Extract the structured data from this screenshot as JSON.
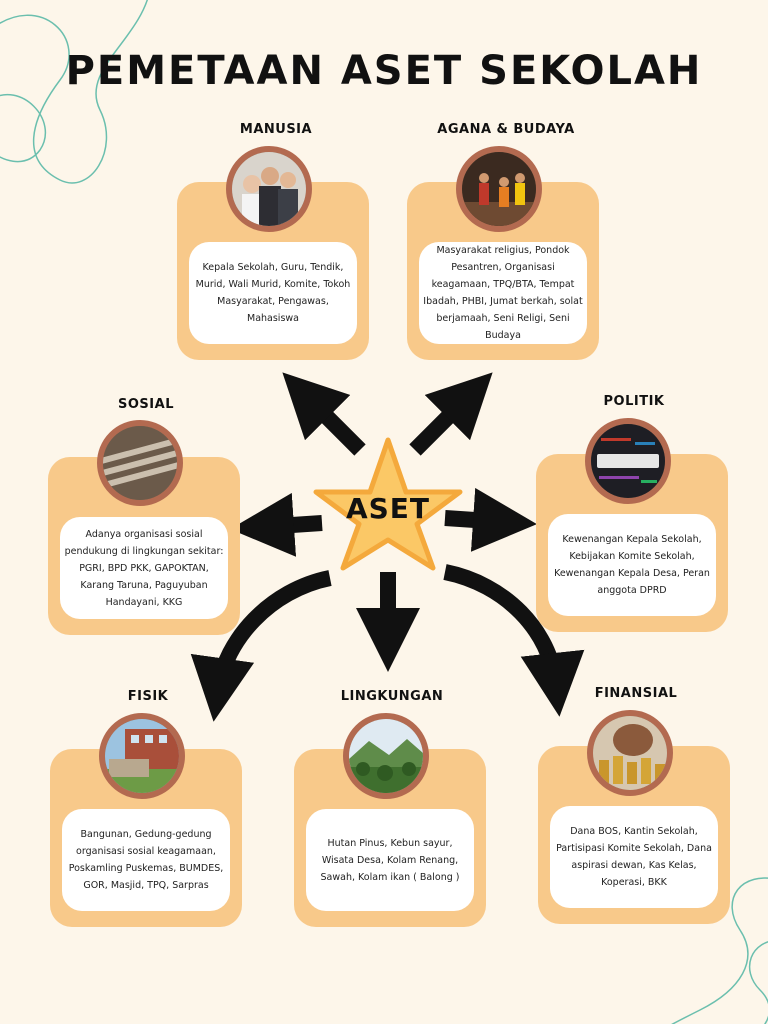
{
  "title": "PEMETAAN ASET SEKOLAH",
  "center": "ASET",
  "colors": {
    "panel": "#f8c98a",
    "photo_ring": "#b36a50",
    "background": "#fdf6ea",
    "star": "#fbc866"
  },
  "cards": {
    "manusia": {
      "label": "MANUSIA",
      "text": "Kepala Sekolah, Guru, Tendik, Murid, Wali Murid, Komite, Tokoh Masyarakat, Pengawas, Mahasiswa",
      "icon": "people-photo"
    },
    "agama": {
      "label": "AGANA & BUDAYA",
      "text": "Masyarakat religius, Pondok Pesantren, Organisasi keagamaan, TPQ/BTA, Tempat Ibadah, PHBI, Jumat berkah, solat berjamaah, Seni Religi, Seni Budaya",
      "icon": "dance-photo"
    },
    "sosial": {
      "label": "SOSIAL",
      "text": "Adanya organisasi sosial pendukung di lingkungan sekitar: PGRI, BPD PKK, GAPOKTAN, Karang Taruna, Paguyuban Handayani, KKG",
      "icon": "csr-photo"
    },
    "politik": {
      "label": "POLITIK",
      "text": "Kewenangan Kepala Sekolah, Kebijakan Komite Sekolah, Kewenangan Kepala Desa, Peran anggota DPRD",
      "icon": "politics-photo"
    },
    "fisik": {
      "label": "FISIK",
      "text": "Bangunan, Gedung-gedung organisasi sosial keagamaan, Poskamling Puskemas, BUMDES, GOR, Masjid, TPQ, Sarpras",
      "icon": "school-photo"
    },
    "lingkungan": {
      "label": "LINGKUNGAN",
      "text": "Hutan Pinus, Kebun sayur, Wisata Desa, Kolam Renang, Sawah, Kolam ikan ( Balong )",
      "icon": "nature-photo"
    },
    "finansial": {
      "label": "FINANSIAL",
      "text": "Dana BOS, Kantin Sekolah, Partisipasi Komite Sekolah, Dana aspirasi dewan, Kas Kelas, Koperasi, BKK",
      "icon": "money-photo"
    }
  }
}
